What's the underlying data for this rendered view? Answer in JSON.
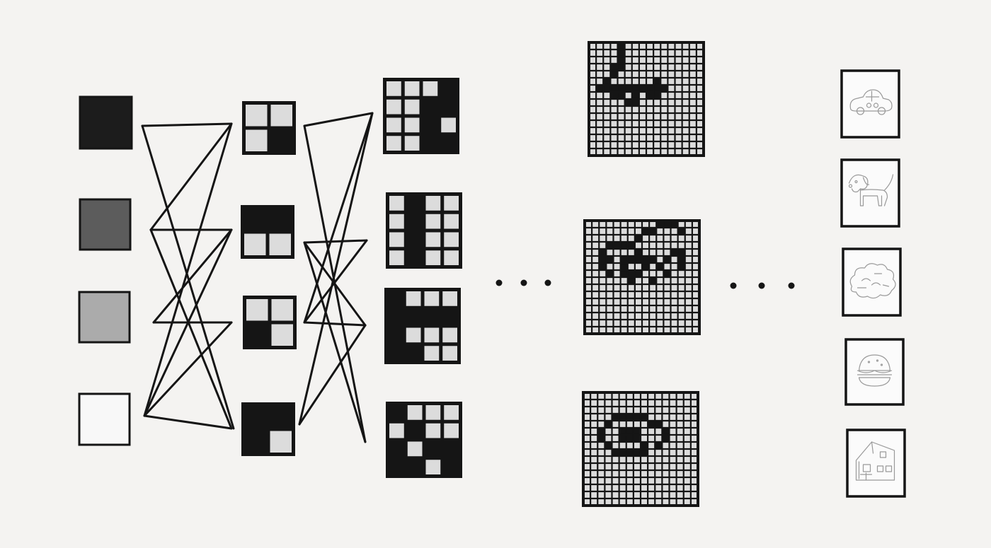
{
  "colors": {
    "background": "#f4f3f1",
    "ink": "#151515",
    "light_cell": "#dcdcdc",
    "card_fill": "#fbfbfb",
    "sketch_stroke": "#9a9a9a"
  },
  "stage1_swatches": [
    {
      "name": "black",
      "fill": "#1c1c1c"
    },
    {
      "name": "dark-gray",
      "fill": "#5c5c5c"
    },
    {
      "name": "light-gray",
      "fill": "#ababab"
    },
    {
      "name": "white",
      "fill": "#f8f8f8"
    }
  ],
  "stage2_patterns": [
    {
      "name": "bottom-right-dark",
      "rows": [
        "00",
        "01"
      ]
    },
    {
      "name": "top-row-dark",
      "rows": [
        "11",
        "00"
      ]
    },
    {
      "name": "bottom-left-dark",
      "rows": [
        "00",
        "10"
      ]
    },
    {
      "name": "l-shape-dark",
      "rows": [
        "11",
        "10"
      ]
    }
  ],
  "stage3_patterns": [
    {
      "name": "right-corner",
      "rows": [
        "0001",
        "0011",
        "0010",
        "0011"
      ]
    },
    {
      "name": "vertical-bar",
      "rows": [
        "0100",
        "0100",
        "0100",
        "0100"
      ]
    },
    {
      "name": "c-shape",
      "rows": [
        "1000",
        "1111",
        "1000",
        "1100"
      ]
    },
    {
      "name": "diagonal",
      "rows": [
        "1000",
        "0100",
        "1011",
        "1101"
      ]
    }
  ],
  "ellipsis": [
    "dot",
    "dot"
  ],
  "stage4_features": [
    {
      "name": "wheel-arc-feature"
    },
    {
      "name": "dog-outline-feature"
    },
    {
      "name": "circle-feature"
    }
  ],
  "stage5_objects": [
    {
      "name": "car",
      "icon": "car-sketch-icon"
    },
    {
      "name": "dog",
      "icon": "dog-sketch-icon"
    },
    {
      "name": "cloud",
      "icon": "cloud-sketch-icon"
    },
    {
      "name": "burger",
      "icon": "burger-sketch-icon"
    },
    {
      "name": "house",
      "icon": "house-sketch-icon"
    }
  ]
}
